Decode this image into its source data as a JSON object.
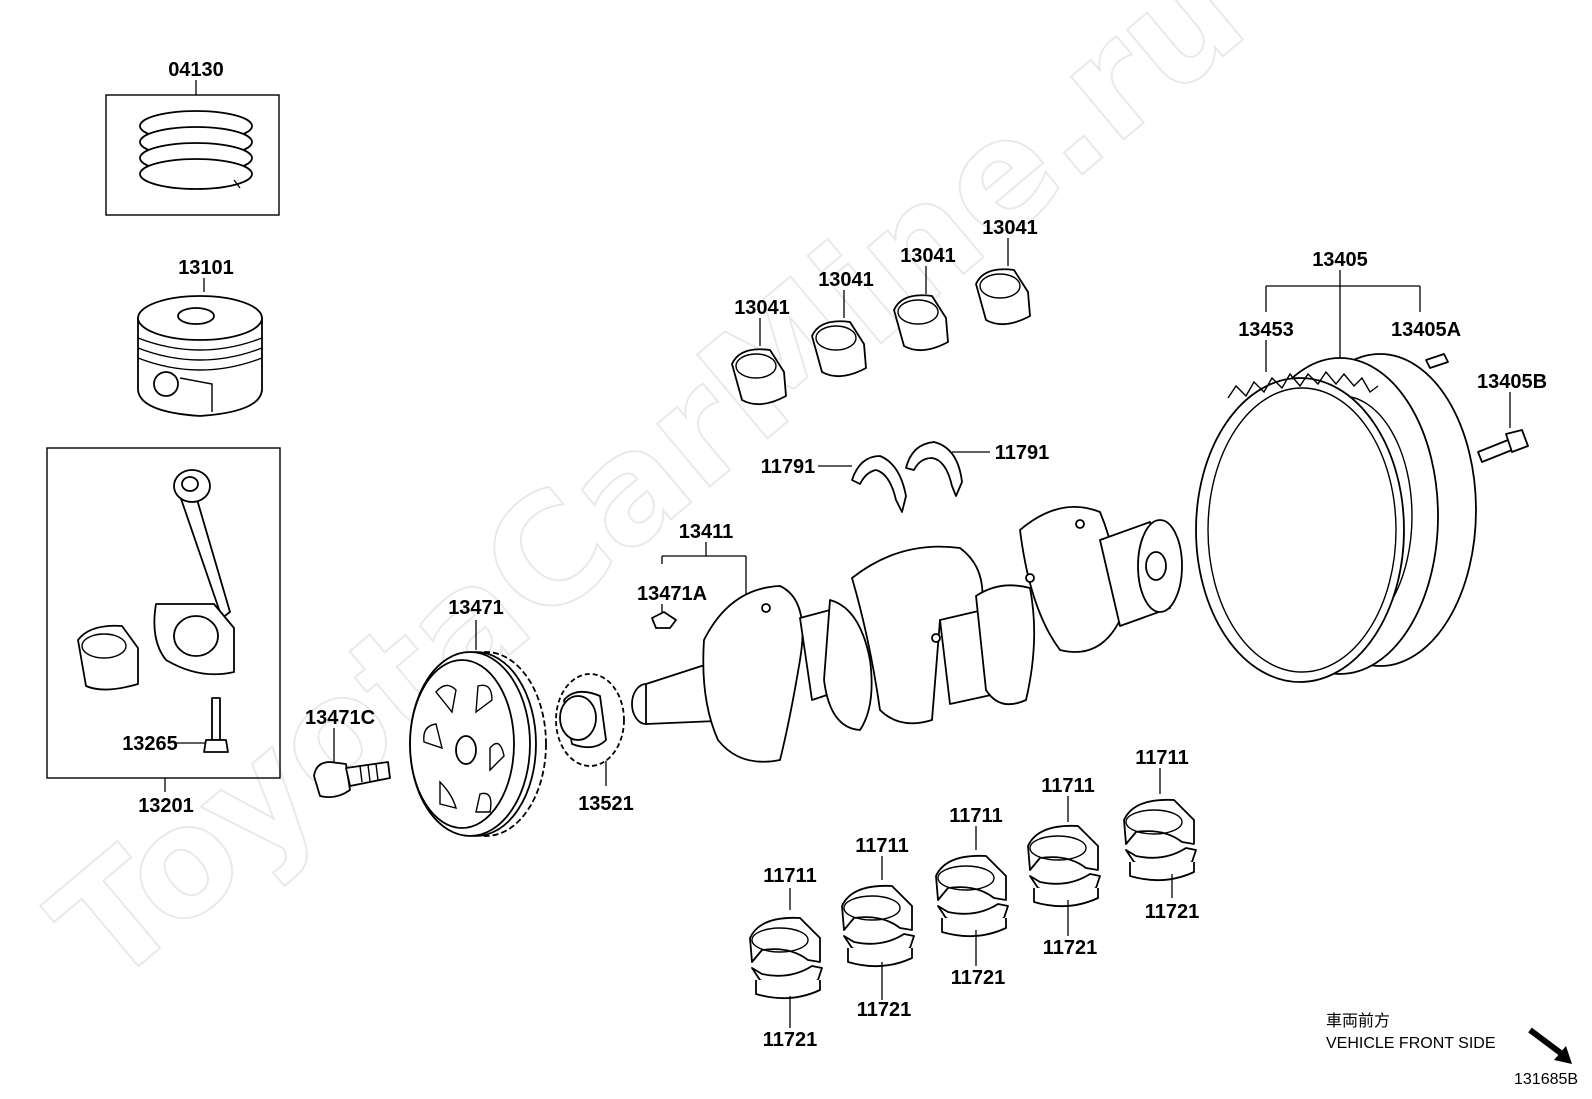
{
  "watermark": "ToyotaCarMine.ru",
  "labels": {
    "piston_ring_set": "04130",
    "piston": "13101",
    "connecting_rod_assy": "13201",
    "conn_rod_bolt": "13265",
    "pulley_bolt": "13471C",
    "crankshaft_pulley": "13471",
    "crank_timing_gear": "13521",
    "pulley_key": "13471A",
    "crankshaft": "13411",
    "conn_rod_bearing_1": "13041",
    "conn_rod_bearing_2": "13041",
    "conn_rod_bearing_3": "13041",
    "conn_rod_bearing_4": "13041",
    "thrust_washer_left": "11791",
    "thrust_washer_right": "11791",
    "flywheel_assy": "13405",
    "ring_gear": "13453",
    "flywheel_pin": "13405A",
    "flywheel_bolt": "13405B",
    "upper_main_bearing_1": "11711",
    "upper_main_bearing_2": "11711",
    "upper_main_bearing_3": "11711",
    "upper_main_bearing_4": "11711",
    "upper_main_bearing_5": "11711",
    "lower_main_bearing_1": "11721",
    "lower_main_bearing_2": "11721",
    "lower_main_bearing_3": "11721",
    "lower_main_bearing_4": "11721",
    "lower_main_bearing_5": "11721"
  },
  "direction": {
    "japanese": "車両前方",
    "english": "VEHICLE FRONT SIDE"
  },
  "figure_id": "131685B"
}
